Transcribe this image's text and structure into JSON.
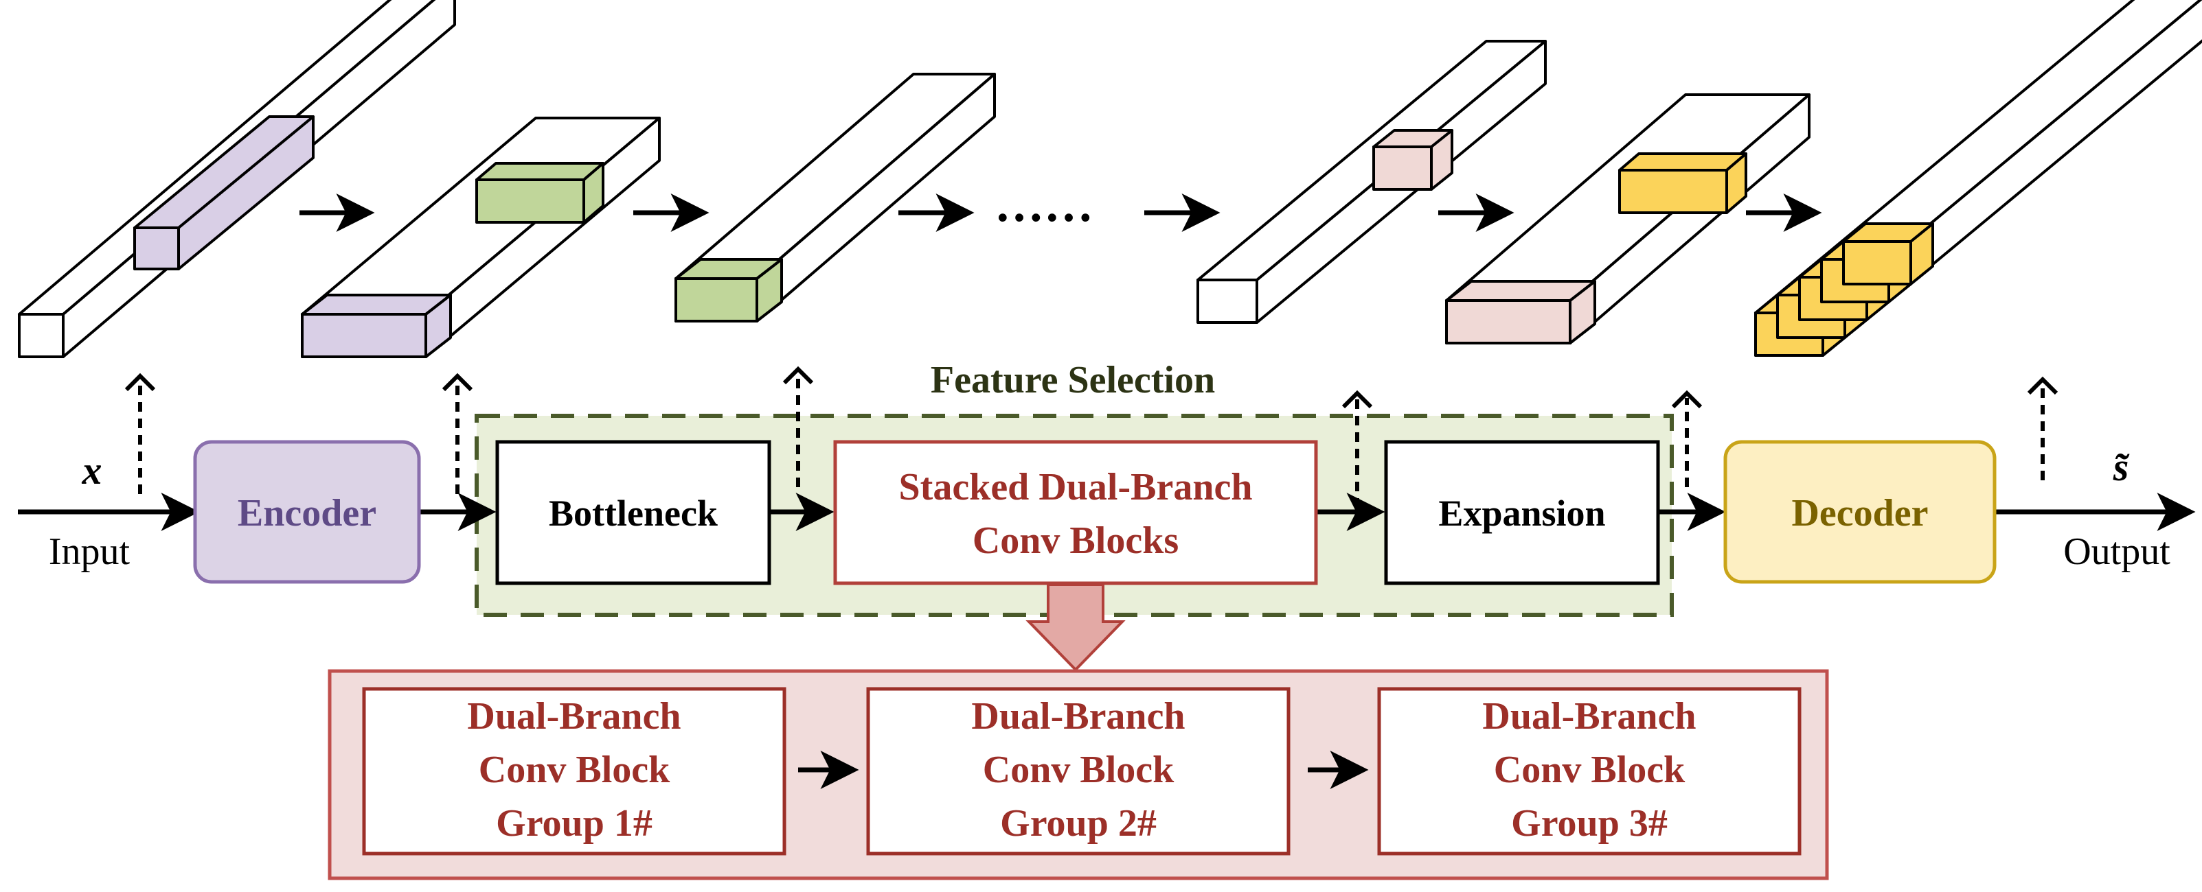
{
  "inputs": {
    "x_symbol": "x",
    "input_label": "Input",
    "output_symbol": "s̃",
    "output_label": "Output"
  },
  "blocks": {
    "encoder": "Encoder",
    "bottleneck": "Bottleneck",
    "stacked_line1": "Stacked Dual-Branch",
    "stacked_line2": "Conv Blocks",
    "expansion": "Expansion",
    "decoder": "Decoder"
  },
  "feature_selection": {
    "title": "Feature Selection"
  },
  "groups": [
    {
      "line1": "Dual-Branch",
      "line2": "Conv Block",
      "line3": "Group 1#"
    },
    {
      "line1": "Dual-Branch",
      "line2": "Conv Block",
      "line3": "Group 2#"
    },
    {
      "line1": "Dual-Branch",
      "line2": "Conv Block",
      "line3": "Group 3#"
    }
  ],
  "ellipsis": "……",
  "colors": {
    "encoder_fill": "#dcd3e6",
    "encoder_stroke": "#8a6fad",
    "encoder_text": "#5e4a86",
    "decoder_fill": "#fdefc2",
    "decoder_stroke": "#c9a418",
    "decoder_text": "#7a6200",
    "feature_fill": "#e9efd9",
    "feature_stroke": "#4a5a2a",
    "feature_title": "#2c3314",
    "red_text": "#9c2f28",
    "red_stroke": "#b1403a",
    "group_panel_fill": "#f1dcdb",
    "group_panel_stroke": "#c0504d",
    "arrow_down_fill": "#e3a9a5",
    "purple_cube": "#d9cfe6",
    "green_cube": "#c0d69a",
    "pink_cube": "#f0d9d6",
    "yellow_cube": "#fbd35a"
  }
}
